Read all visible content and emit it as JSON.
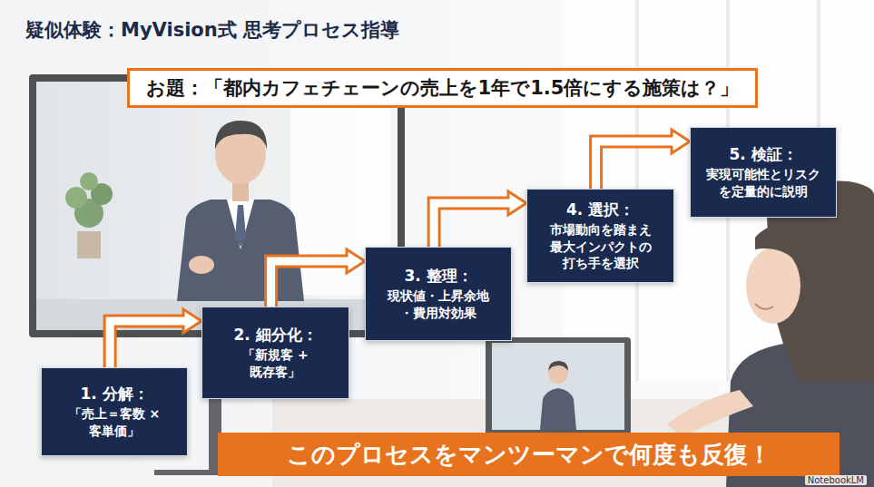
{
  "diagram": {
    "title": "疑似体験：MyVision式 思考プロセス指導",
    "nodes": [
      {
        "text": [
          "お題：「都内カフェチェーンの売上を1年で1.5倍にする施策は？」"
        ]
      },
      {
        "text": [
          "1. 分解：",
          "「売上＝客数 × 客単価」"
        ]
      },
      {
        "text": [
          "2. 細分化：",
          "「新規客 + 既存客」"
        ]
      },
      {
        "text": [
          "3. 整理：",
          "現状値・上昇余地 ・費用対効果"
        ]
      },
      {
        "text": [
          "4. 選択：",
          "市場動向を踏まえ 最大インパクトの 打ち手を選択"
        ]
      },
      {
        "text": [
          "5. 検証：",
          "実現可能性とリスク を定量的に説明"
        ]
      },
      {
        "text": [
          "このプロセスをマンツーマンで何度も反復！"
        ]
      }
    ],
    "edges": [
      {
        "from": 1,
        "to": 2,
        "arrow": "to"
      },
      {
        "from": 2,
        "to": 3,
        "arrow": "to"
      },
      {
        "from": 3,
        "to": 4,
        "arrow": "to"
      },
      {
        "from": 4,
        "to": 5,
        "arrow": "to"
      }
    ],
    "labels": [
      "NotebookLM"
    ]
  }
}
